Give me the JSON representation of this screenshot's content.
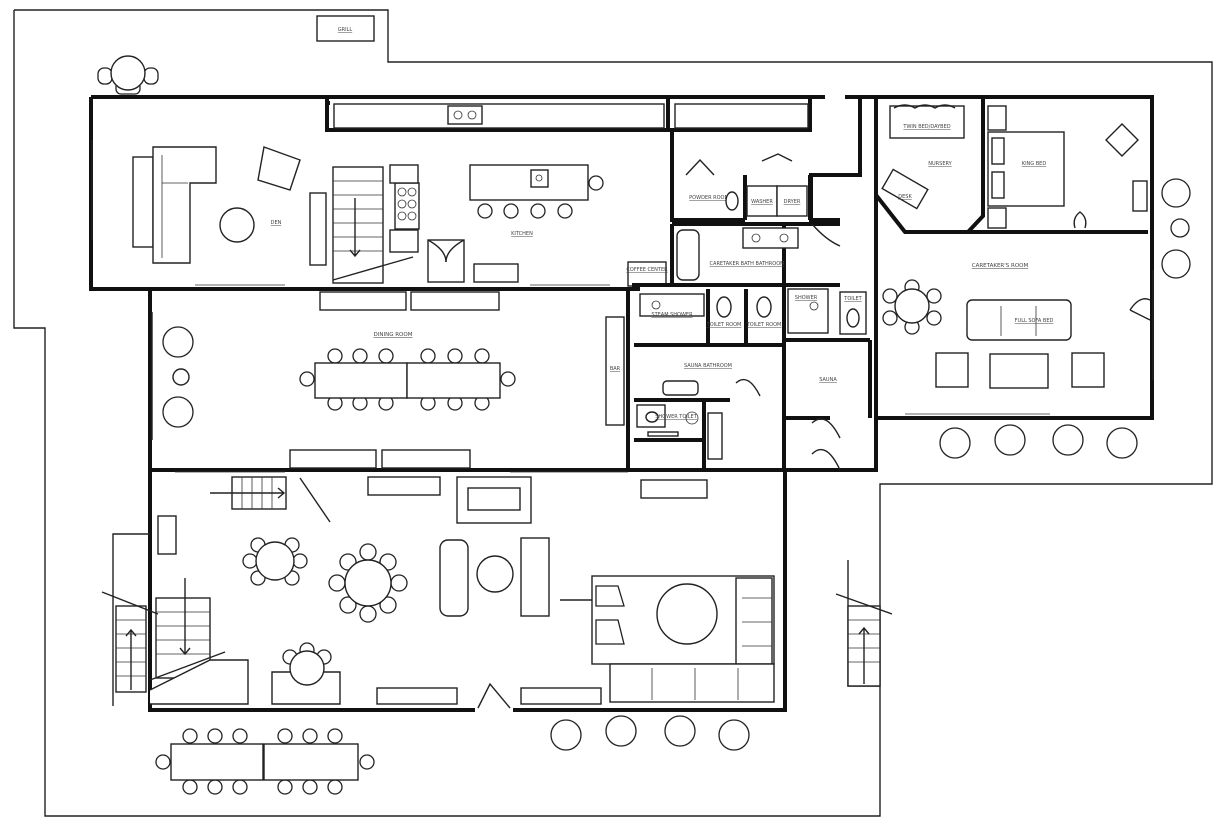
{
  "floor_plan": {
    "labels": {
      "grill": "GRILL",
      "den": "DEN",
      "kitchen": "KITCHEN",
      "coffee": "COFFEE CENTER",
      "powder": "POWDER ROOM",
      "washer": "WASHER",
      "dryer": "DRYER",
      "caretaker_bath": "CARETAKER BATH BATHROOM",
      "nursery": "NURSERY",
      "twin_daybed": "TWIN BED/DAYBED",
      "desk": "DESK",
      "king_bed": "KING BED",
      "caretaker_room": "CARETAKER'S ROOM",
      "full_sofa": "FULL SOFA BED",
      "dining_room": "DINING ROOM",
      "bar": "BAR",
      "steam_shower": "STEAM SHOWER",
      "toilet_a": "TOILET ROOM",
      "toilet_b": "TOILET ROOM",
      "sauna_bathroom": "SAUNA BATHROOM",
      "sauna": "SAUNA",
      "shower_toilet": "SHOWER TOILET",
      "shower": "SHOWER",
      "toilet_c": "TOILET"
    },
    "colors": {
      "line": "#111111",
      "background": "#ffffff"
    },
    "icons": [
      "stair-arrow-icon",
      "door-swing-icon",
      "sink-icon",
      "range-icon",
      "toilet-icon",
      "tub-icon"
    ]
  }
}
